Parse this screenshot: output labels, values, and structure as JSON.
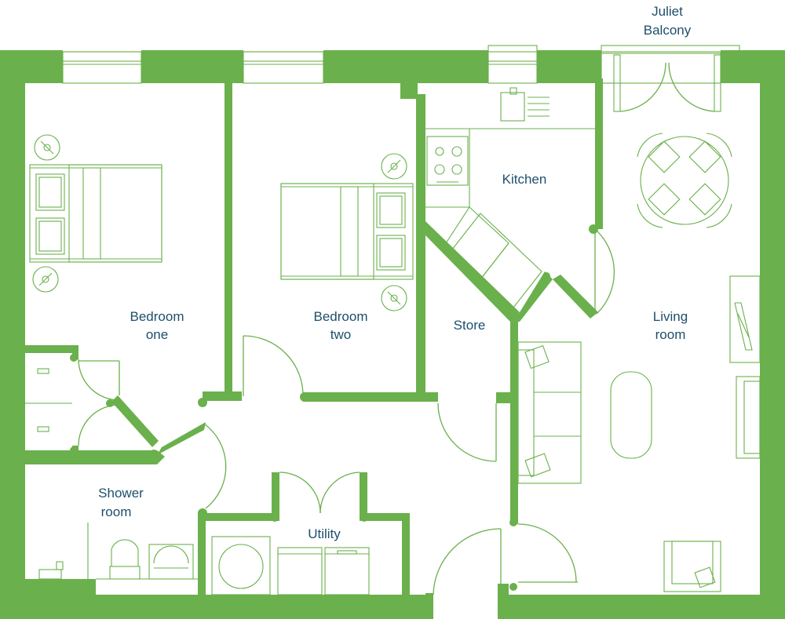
{
  "floorplan": {
    "colors": {
      "wall": "#6ab04c",
      "label": "#1d4f6b",
      "background": "#ffffff"
    },
    "rooms": {
      "juliet_balcony": {
        "line1": "Juliet",
        "line2": "Balcony"
      },
      "kitchen": {
        "line1": "Kitchen"
      },
      "bedroom_one": {
        "line1": "Bedroom",
        "line2": "one"
      },
      "bedroom_two": {
        "line1": "Bedroom",
        "line2": "two"
      },
      "store": {
        "line1": "Store"
      },
      "living_room": {
        "line1": "Living",
        "line2": "room"
      },
      "shower_room": {
        "line1": "Shower",
        "line2": "room"
      },
      "utility": {
        "line1": "Utility"
      }
    }
  }
}
